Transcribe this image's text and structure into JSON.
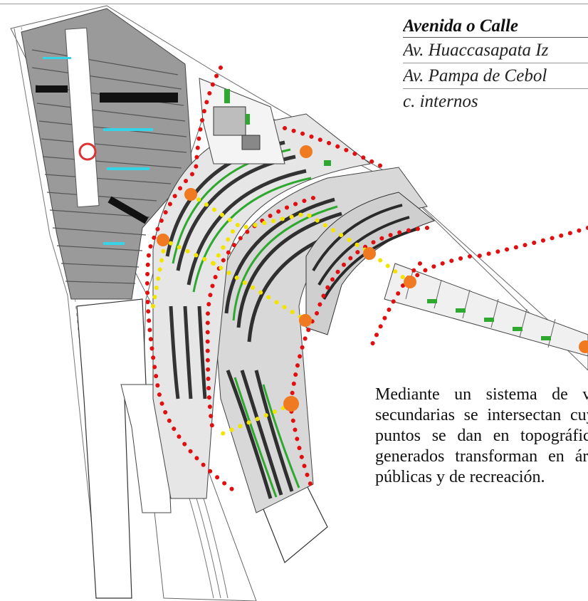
{
  "legend": {
    "header": "Avenida o Calle",
    "rows": [
      "Av. Huaccasapata Iz",
      "Av. Pampa de Cebol",
      "c. internos"
    ]
  },
  "description": {
    "text": "Mediante un sistema de vías secundarias se intersectan cuyos puntos se dan en topográficos, generados transforman en áreas públicas y de recreación."
  },
  "colors": {
    "avenue_dots": "#e01010",
    "internal_dots": "#f2e400",
    "nodes": "#f07a22",
    "greenery": "#2ea82e",
    "water_marks": "#35d3e6",
    "dark_blocks": "#3a3a3a",
    "grey_blocks": "#8a8a8a"
  }
}
